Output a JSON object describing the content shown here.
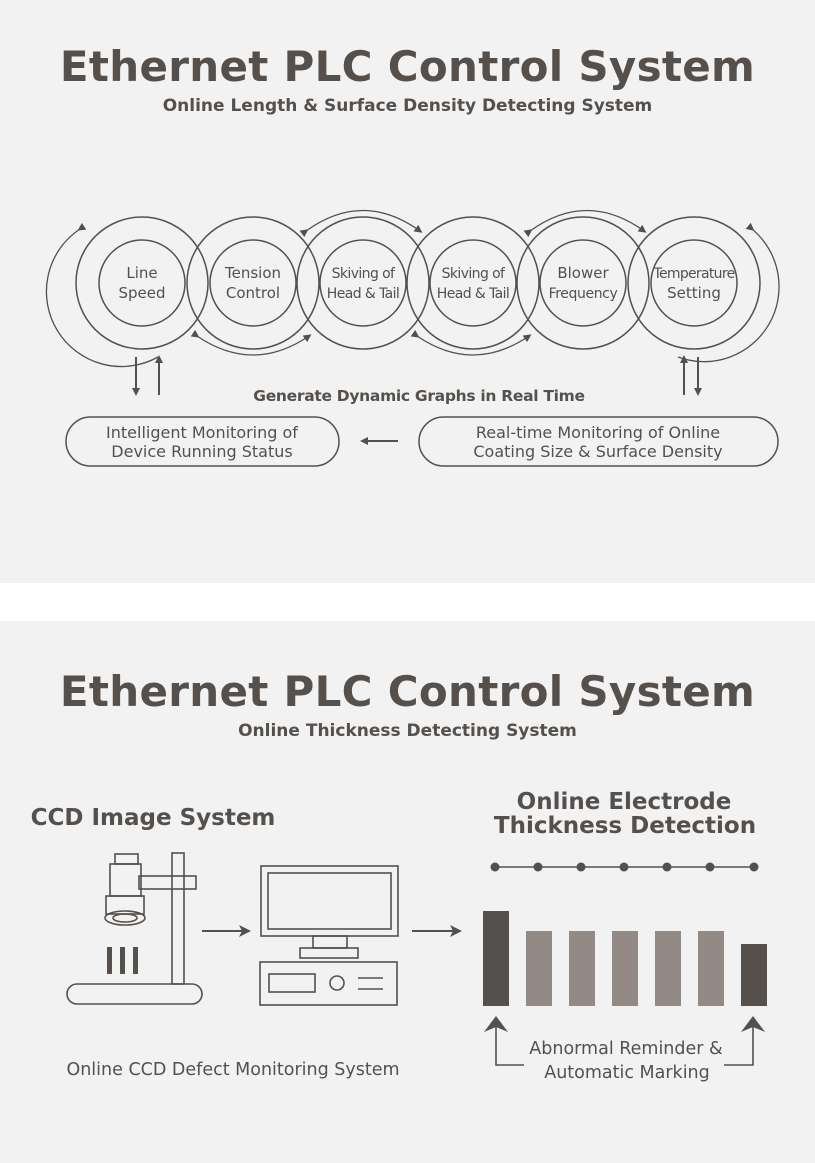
{
  "colors": {
    "panel": "#f2f2f2",
    "ink": "#55504c",
    "dark_bar": "#55504c",
    "light_bar": "#938a86"
  },
  "plc_length": {
    "title": "Ethernet PLC Control System",
    "subtitle": "Online Length & Surface Density Detecting System",
    "circles": [
      {
        "line1": "Line",
        "line2": "Speed"
      },
      {
        "line1": "Tension",
        "line2": "Control"
      },
      {
        "line1": "Skiving of",
        "line2": "Head & Tail"
      },
      {
        "line1": "Skiving of",
        "line2": "Head & Tail"
      },
      {
        "line1": "Blower",
        "line2": "Frequency"
      },
      {
        "line1": "Temperature",
        "line2": "Setting"
      }
    ],
    "graphs_caption": "Generate Dynamic Graphs in Real Time",
    "box_left": {
      "line1": "Intelligent Monitoring of",
      "line2": "Device Running Status"
    },
    "box_right": {
      "line1": "Real-time Monitoring of Online",
      "line2": "Coating Size & Surface Density"
    },
    "arrow_icon": "arrow-left-icon"
  },
  "plc_thickness": {
    "title": "Ethernet PLC Control System",
    "subtitle": "Online Thickness Detecting System",
    "ccd_heading": "CCD Image System",
    "electrode_heading_line1": "Online Electrode",
    "electrode_heading_line2": "Thickness Detection",
    "ccd_caption": "Online CCD Defect Monitoring System",
    "abnormal_line1": "Abnormal Reminder &",
    "abnormal_line2": "Automatic Marking",
    "icons": [
      "ccd-camera-icon",
      "computer-monitor-icon",
      "arrow-right-icon",
      "arrow-up-icon"
    ]
  }
}
